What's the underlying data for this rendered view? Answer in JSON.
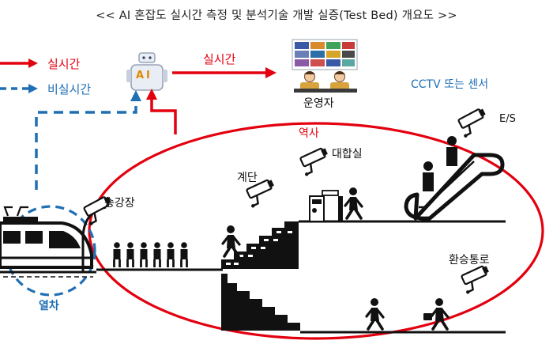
{
  "title": "<< AI 혼잡도 실시간 측정 및 분석기술 개발 실증(Test Bed) 개요도 >>",
  "legend": {
    "realtime": "실시간",
    "nonrealtime": "비실시간"
  },
  "ai_label": "AI",
  "arrow_label": "실시간",
  "operator": "운영자",
  "cctv_sensor": "CCTV 또는 센서",
  "escalator_label": "E/S",
  "station": "역사",
  "hall": "대합실",
  "stairs": "계단",
  "platform": "승강장",
  "transfer_passage": "환승통로",
  "train": "열차",
  "colors": {
    "realtime": "#e3000f",
    "nonrealtime": "#1f6fb5",
    "ink": "#111111"
  },
  "icons": [
    "ai-robot-icon",
    "monitor-wall-icon",
    "cctv-camera-icon",
    "escalator-icon",
    "person-icon",
    "turnstile-icon",
    "train-icon"
  ]
}
